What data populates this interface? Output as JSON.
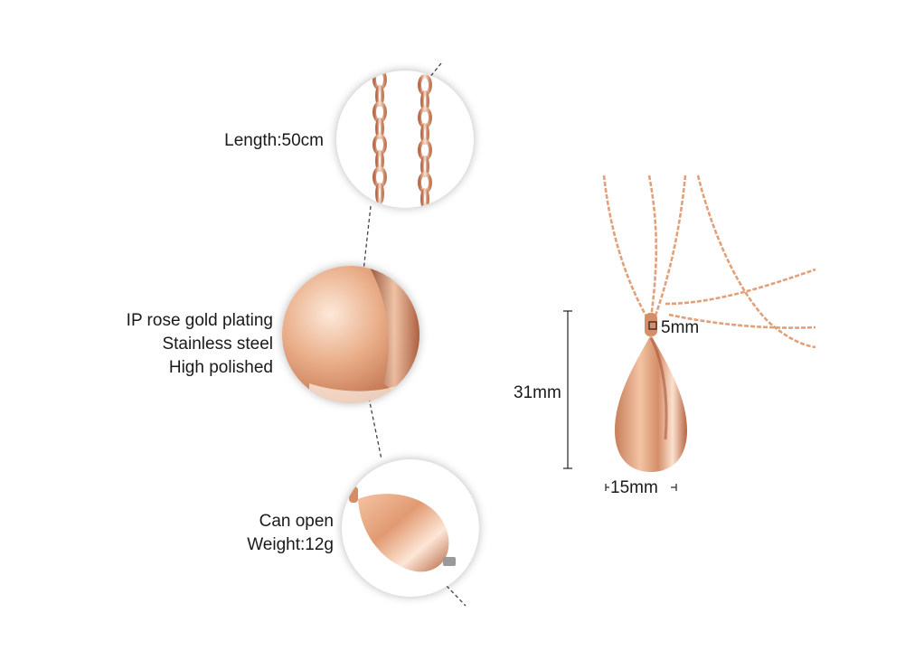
{
  "callouts": {
    "length": {
      "text": "Length:50cm"
    },
    "material": {
      "lines": [
        "IP rose gold plating",
        "Stainless steel",
        "High polished"
      ]
    },
    "feature": {
      "lines": [
        "Can open",
        "Weight:12g"
      ]
    }
  },
  "dimensions": {
    "height": "31mm",
    "width": "15mm",
    "bail": "5mm"
  },
  "colors": {
    "rose_gold": "#e3a17b",
    "rose_gold_dark": "#b9694a",
    "rose_gold_light": "#fbe1cf"
  }
}
